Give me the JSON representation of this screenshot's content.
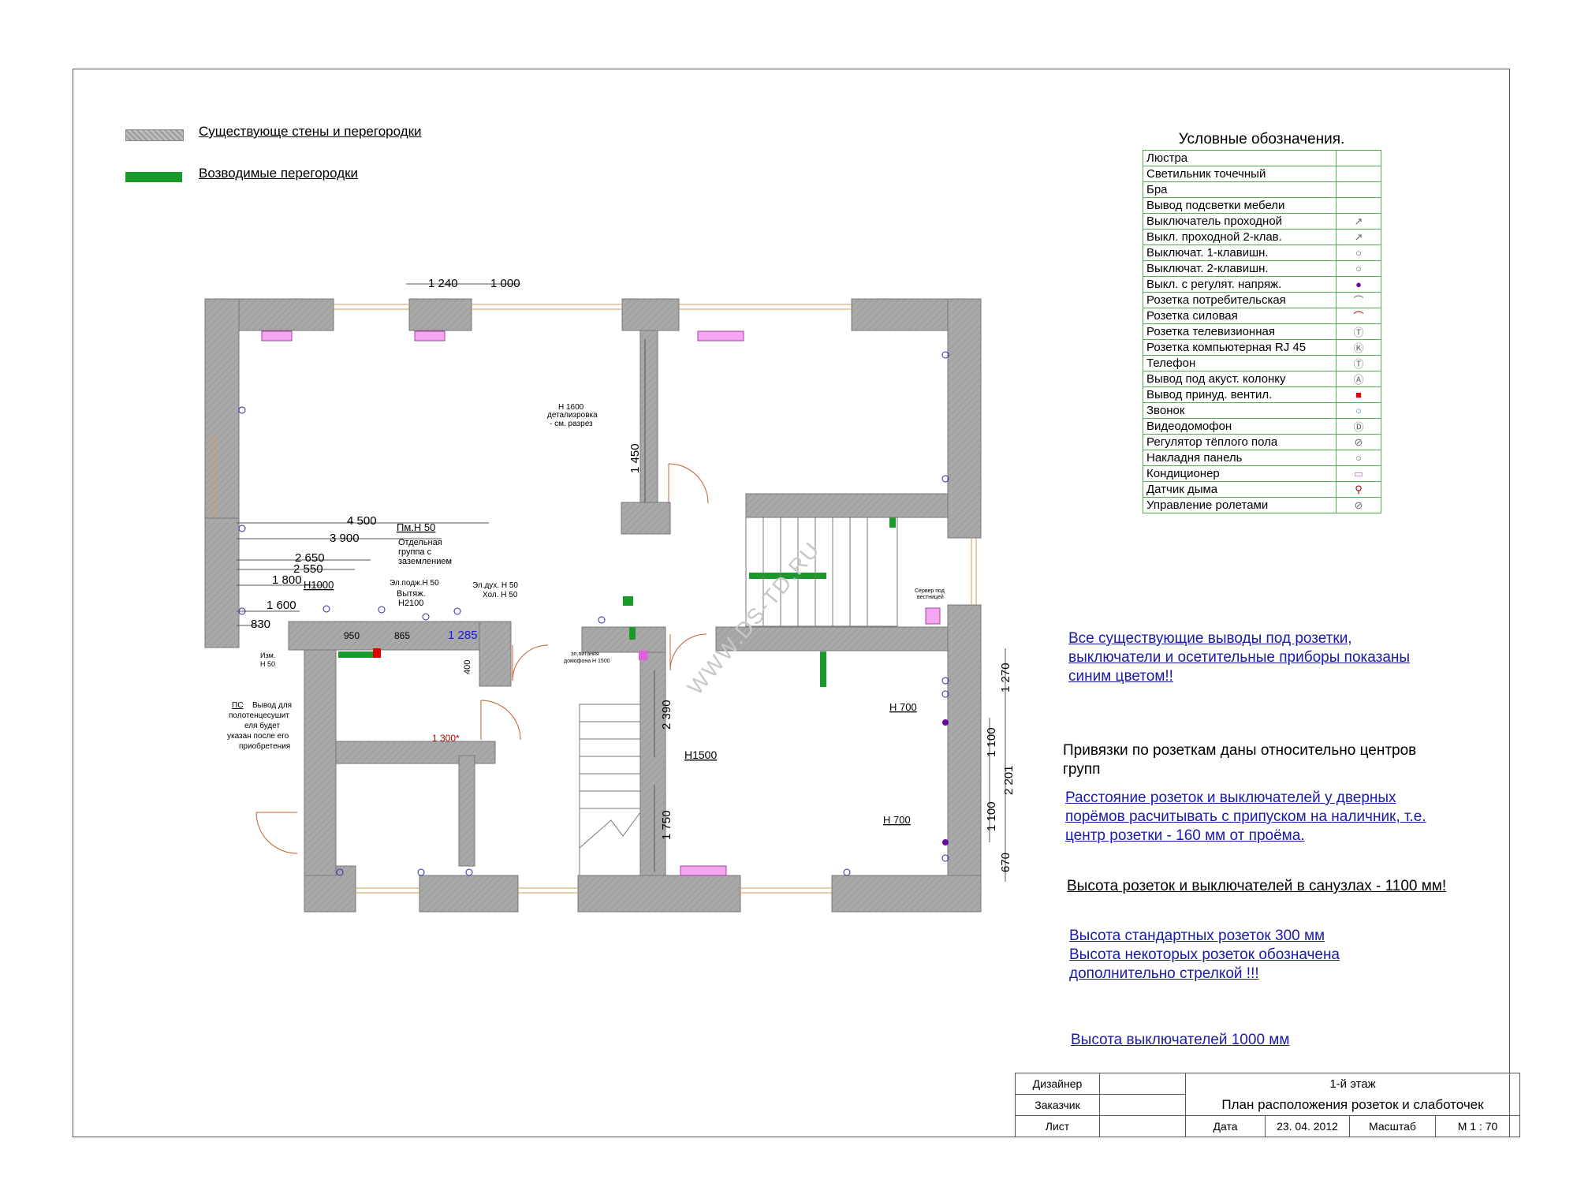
{
  "legend_top": [
    {
      "label": "Существующе стены и перегородки",
      "color": "#bdbdbd"
    },
    {
      "label": "Возводимые перегородки",
      "color": "#1a9a2a"
    }
  ],
  "symbols_legend": {
    "title": "Условные обозначения.",
    "items": [
      {
        "label": "Люстра",
        "symbol": ""
      },
      {
        "label": "Светильник точечный",
        "symbol": ""
      },
      {
        "label": "Бра",
        "symbol": ""
      },
      {
        "label": "Вывод подсветки мебели",
        "symbol": ""
      },
      {
        "label": "Выключатель проходной",
        "symbol": "switch-pass-icon"
      },
      {
        "label": "Выкл. проходной 2-клав.",
        "symbol": "switch-pass2-icon"
      },
      {
        "label": "Выключат. 1-клавишн.",
        "symbol": "switch1-icon"
      },
      {
        "label": "Выключат. 2-клавишн.",
        "symbol": "switch2-icon"
      },
      {
        "label": "Выкл. с регулят. напряж.",
        "symbol": "dimmer-icon"
      },
      {
        "label": "Розетка потребительская",
        "symbol": "socket-icon"
      },
      {
        "label": "Розетка силовая",
        "symbol": "power-socket-icon"
      },
      {
        "label": "Розетка телевизионная",
        "symbol": "tv-socket-icon"
      },
      {
        "label": "Розетка компьютерная RJ 45",
        "symbol": "rj45-icon"
      },
      {
        "label": "Телефон",
        "symbol": "phone-icon"
      },
      {
        "label": "Вывод под акуст. колонку",
        "symbol": "speaker-icon"
      },
      {
        "label": "Вывод принуд. вентил.",
        "symbol": "ventilation-icon"
      },
      {
        "label": "Звонок",
        "symbol": "bell-icon"
      },
      {
        "label": "Видеодомофон",
        "symbol": "intercom-icon"
      },
      {
        "label": "Регулятор тёплого пола",
        "symbol": "floor-heating-icon"
      },
      {
        "label": "Накладня панель",
        "symbol": "panel-icon"
      },
      {
        "label": "Кондиционер",
        "symbol": "air-conditioner-icon"
      },
      {
        "label": "Датчик дыма",
        "symbol": "smoke-detector-icon"
      },
      {
        "label": "Управление ролетами",
        "symbol": "shutter-control-icon"
      }
    ]
  },
  "colors": {
    "wall": "#a9a9a9",
    "new_wall": "#1a9a2a",
    "ac_unit": "#f4a6f0",
    "note_blue": "#1a1aa8",
    "legend_border": "#4fae4f",
    "dimension": "#333333",
    "window": "#d39a50"
  },
  "plan_labels": {
    "top_dims": [
      "1 240",
      "1 000"
    ],
    "left_dims": [
      "4 500",
      "3 900",
      "2 650",
      "2 550",
      "1 800",
      "1 600",
      "830"
    ],
    "right_dims": [
      "1 270",
      "1 100",
      "2 201",
      "1 100",
      "670"
    ],
    "vertical_dims": [
      "1 450",
      "2 390",
      "1 750",
      "400"
    ],
    "wall_dims": [
      "950",
      "865",
      "1 285"
    ],
    "red_dim": "1 300*",
    "heights": [
      "H1000",
      "H1500",
      "H 700",
      "H 700",
      "Пм.Н 50"
    ],
    "callouts": [
      "Н 1600",
      "детализровка",
      "- см. разрез",
      "Отдельная",
      "группа  с",
      "заземлением",
      "Эл.подж.Н 50",
      "Вытяж.",
      "Н2100",
      "Эл.дух. Н 50",
      "Хол. Н 50",
      "Изм.",
      "Н 50",
      "ПС",
      "Вывод для",
      "полотенцесушит",
      "еля  будет",
      "указан после его",
      "приобретения",
      "Сервер под",
      "вестницей",
      "эл.питания",
      "домофона Н 1500"
    ],
    "watermark": "WWW.DS-TD.RU"
  },
  "notes": [
    {
      "lines": [
        "Все  существующие выводы под розетки,",
        "выключатели и осетительные приборы показаны",
        "синим цветом!!"
      ],
      "style": "blue"
    },
    {
      "lines": [
        "Привязки по розеткам даны относительно центров",
        "групп"
      ],
      "style": "black"
    },
    {
      "lines": [
        "Расстояние розеток и выключателей у дверных",
        "порёмов расчитывать с припуском на наличник, т.е.",
        "центр розетки - 160 мм от проёма."
      ],
      "style": "blue"
    },
    {
      "lines": [
        "Высота розеток и выключателей  в санузлах - 1100 мм!"
      ],
      "style": "black-u"
    },
    {
      "lines": [
        "Высота стандартных розеток  300 мм",
        "Высота некоторых розеток  обозначена",
        "дополнительно стрелкой !!!"
      ],
      "style": "blue"
    },
    {
      "lines": [
        "Высота выключателей 1000 мм"
      ],
      "style": "blue"
    }
  ],
  "title_block": {
    "designer_label": "Дизайнер",
    "customer_label": "Заказчик",
    "sheet_label": "Лист",
    "floor": "1-й этаж",
    "drawing_title": "План расположения розеток и слаботочек",
    "date_label": "Дата",
    "date": "23. 04. 2012",
    "scale_label": "Масштаб",
    "scale": "М 1 : 70"
  }
}
